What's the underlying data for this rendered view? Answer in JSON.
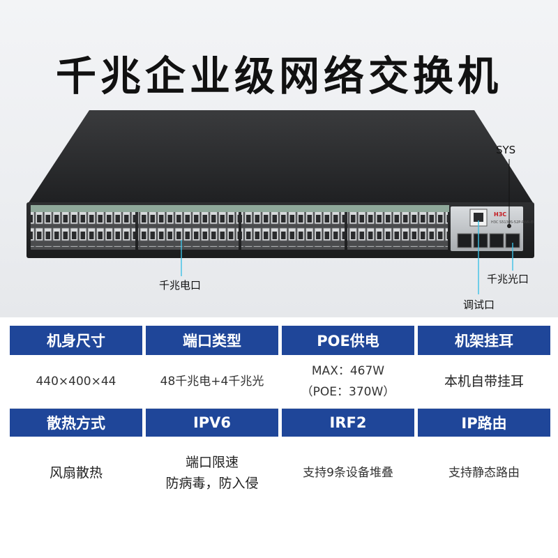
{
  "title": "千兆企业级网络交换机",
  "device": {
    "brand_logo": "H3C",
    "model_text": "H3C S5130S-52P-PWR-EI"
  },
  "callouts": {
    "sys": "SYS",
    "gigabit_electrical": "千兆电口",
    "gigabit_optical": "千兆光口",
    "debug_port": "调试口"
  },
  "specs": [
    {
      "label": "机身尺寸",
      "value": [
        "440×400×44"
      ]
    },
    {
      "label": "端口类型",
      "value": [
        "48千兆电+4千兆光"
      ]
    },
    {
      "label": "POE供电",
      "value": [
        "MAX：467W",
        "（POE：370W）"
      ]
    },
    {
      "label": "机架挂耳",
      "value": [
        "本机自带挂耳"
      ]
    },
    {
      "label": "散热方式",
      "value": [
        "风扇散热"
      ]
    },
    {
      "label": "IPV6",
      "value": [
        "端口限速",
        "防病毒，防入侵"
      ]
    },
    {
      "label": "IRF2",
      "value": [
        "支持9条设备堆叠"
      ]
    },
    {
      "label": "IP路由",
      "value": [
        "支持静态路由"
      ]
    }
  ],
  "colors": {
    "header_bg": "#1f4699",
    "switch_body": "#2b2c2e",
    "port_strip": "#8fa89a"
  }
}
